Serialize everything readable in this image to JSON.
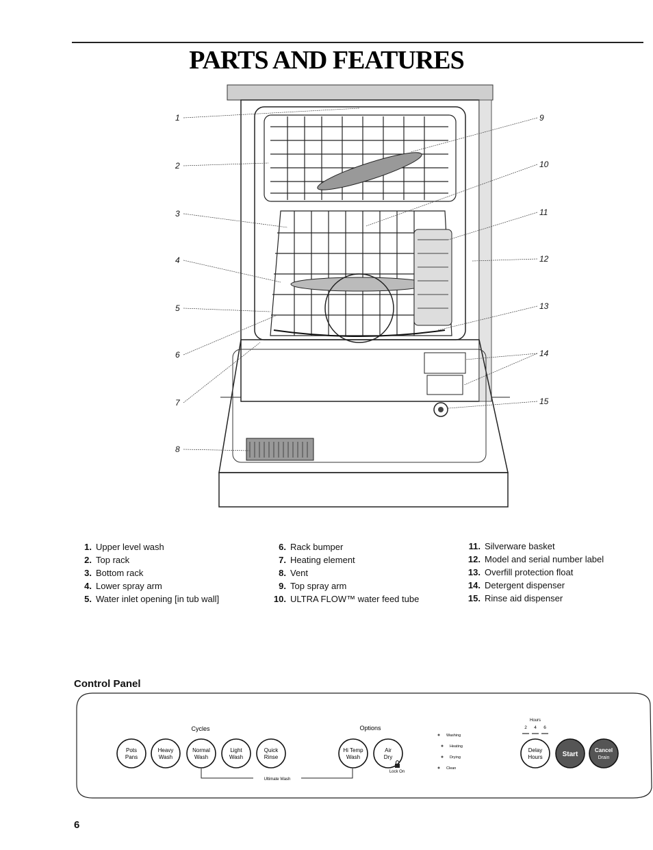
{
  "page": {
    "title": "PARTS AND FEATURES",
    "page_number": "6"
  },
  "callouts": [
    "1",
    "2",
    "3",
    "4",
    "5",
    "6",
    "7",
    "8",
    "9",
    "10",
    "11",
    "12",
    "13",
    "14",
    "15"
  ],
  "parts": [
    {
      "num": "1.",
      "label": "Upper level wash"
    },
    {
      "num": "2.",
      "label": "Top rack"
    },
    {
      "num": "3.",
      "label": "Bottom rack"
    },
    {
      "num": "4.",
      "label": "Lower spray arm"
    },
    {
      "num": "5.",
      "label": "Water inlet opening [in tub wall]"
    },
    {
      "num": "6.",
      "label": "Rack bumper"
    },
    {
      "num": "7.",
      "label": "Heating element"
    },
    {
      "num": "8.",
      "label": "Vent"
    },
    {
      "num": "9.",
      "label": "Top spray arm"
    },
    {
      "num": "10.",
      "label": "ULTRA FLOW™ water feed tube"
    },
    {
      "num": "11.",
      "label": "Silverware basket"
    },
    {
      "num": "12.",
      "label": "Model and serial number label"
    },
    {
      "num": "13.",
      "label": "Overfill protection float"
    },
    {
      "num": "14.",
      "label": "Detergent dispenser"
    },
    {
      "num": "15.",
      "label": "Rinse aid dispenser"
    }
  ],
  "control_panel": {
    "heading": "Control Panel",
    "cycles_label": "Cycles",
    "options_label": "Options",
    "ultimate_wash_label": "Ultimate Wash",
    "buttons": {
      "pots_pans": [
        "Pots",
        "Pans"
      ],
      "heavy_wash": [
        "Heavy",
        "Wash"
      ],
      "normal_wash": [
        "Normal",
        "Wash"
      ],
      "light_wash": [
        "Light",
        "Wash"
      ],
      "quick_rinse": [
        "Quick",
        "Rinse"
      ],
      "hi_temp_wash": [
        "Hi Temp",
        "Wash"
      ],
      "air_dry": [
        "Air",
        "Dry"
      ],
      "delay_hours": [
        "Delay",
        "Hours"
      ],
      "start": "Start",
      "cancel_drain": [
        "Cancel",
        "Drain"
      ]
    },
    "lock_on_label": "Lock On",
    "status_lights": [
      "Washing",
      "Heating",
      "Drying",
      "Clean"
    ],
    "hours_label": "Hours",
    "hours_values": [
      "2",
      "4",
      "6"
    ]
  }
}
